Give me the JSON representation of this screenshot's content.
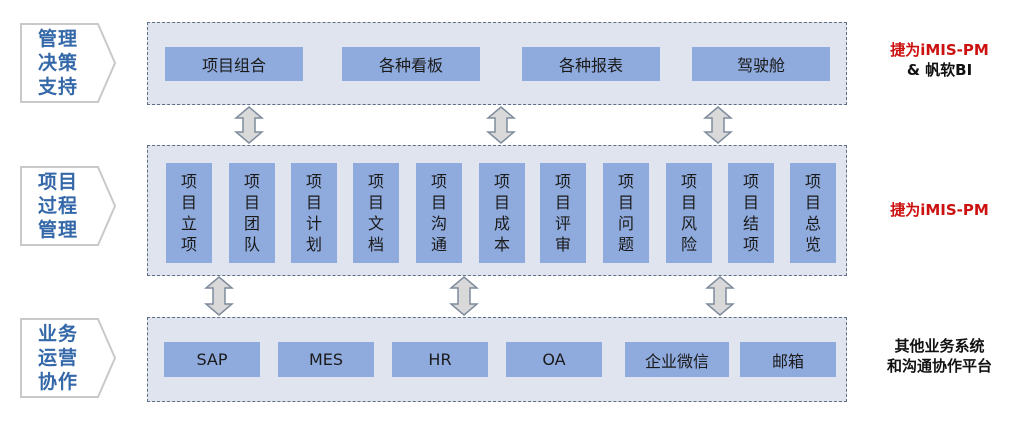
{
  "layers": [
    {
      "label": "管理决策支持",
      "boxes": [
        "项目组合",
        "各种看板",
        "各种报表",
        "驾驶舱"
      ],
      "note_line1": "捷为iMIS-PM",
      "note_line2": "& 帆软BI"
    },
    {
      "label": "项目过程管理",
      "boxes": [
        "项目立项",
        "项目团队",
        "项目计划",
        "项目文档",
        "项目沟通",
        "项目成本",
        "项目评审",
        "项目问题",
        "项目风险",
        "项目结项",
        "项目总览"
      ],
      "note_line1": "捷为iMIS-PM"
    },
    {
      "label": "业务运营协作",
      "boxes": [
        "SAP",
        "MES",
        "HR",
        "OA",
        "企业微信",
        "邮箱"
      ],
      "note_line1": "其他业务系统",
      "note_line2": "和沟通协作平台"
    }
  ],
  "colors": {
    "panel_fill": "#dfe4ee",
    "box_fill": "#8faadc",
    "label_text": "#3568a8",
    "note_red": "#cc1111",
    "note_dark": "#111111"
  }
}
